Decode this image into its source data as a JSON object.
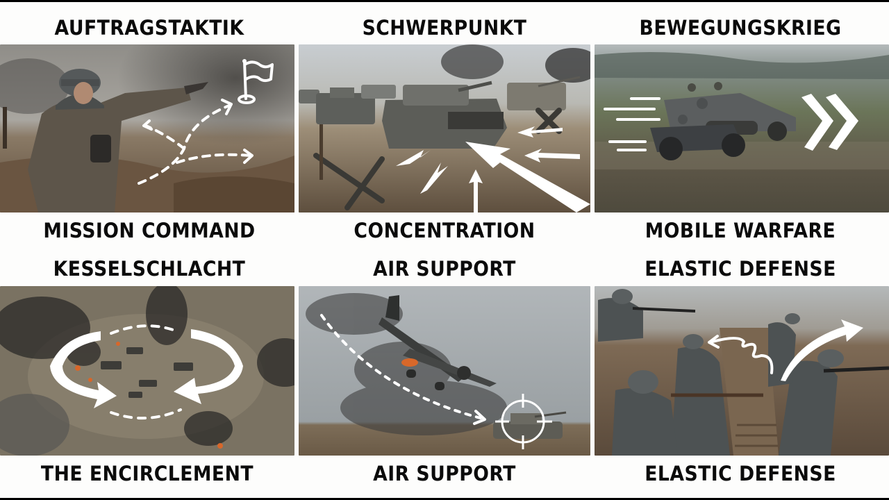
{
  "panels": [
    {
      "title": "AUFTRAGSTAKTIK",
      "caption": "MISSION COMMAND",
      "scene": "officer-pointing-trench",
      "overlay_icons": [
        "dashed-branching-arrows",
        "flag-target"
      ],
      "palette": {
        "sky": "#9c9a95",
        "ground": "#6b5a46",
        "smoke": "#4a4844"
      }
    },
    {
      "title": "SCHWERPUNKT",
      "caption": "CONCENTRATION",
      "scene": "tanks-breakthrough",
      "overlay_icons": [
        "converging-arrows",
        "large-thrust-arrow"
      ],
      "palette": {
        "sky": "#c9ced2",
        "ground": "#6e5f4c",
        "smoke": "#3b3b3b"
      }
    },
    {
      "title": "BEWEGUNGSKRIEG",
      "caption": "MOBILE WARFARE",
      "scene": "halftrack-motorcycle-mud",
      "overlay_icons": [
        "speed-lines",
        "double-chevron"
      ],
      "palette": {
        "sky": "#a9b0b2",
        "ground": "#5a5f4a",
        "smoke": "#7c8279"
      }
    },
    {
      "title": "KESSELSCHLACHT",
      "caption": "THE ENCIRCLEMENT",
      "scene": "aerial-encirclement",
      "overlay_icons": [
        "encircling-arrows",
        "dashed-ellipse"
      ],
      "palette": {
        "sky": "#8a8376",
        "ground": "#6f6656",
        "smoke": "#2e2d2b"
      }
    },
    {
      "title": "AIR SUPPORT",
      "caption": "AIR SUPPORT",
      "scene": "dive-bomber-attack",
      "overlay_icons": [
        "dashed-dive-path",
        "crosshair-target"
      ],
      "palette": {
        "sky": "#b7bcbf",
        "ground": "#7a6a55",
        "smoke": "#4b4b4b"
      }
    },
    {
      "title": "ELASTIC DEFENSE",
      "caption": "ELASTIC DEFENSE",
      "scene": "soldiers-in-trench",
      "overlay_icons": [
        "curved-retreat-arrow",
        "curved-counterattack-arrow"
      ],
      "palette": {
        "sky": "#b3b7b8",
        "ground": "#6b5847",
        "smoke": "#4c4c4a"
      }
    }
  ]
}
